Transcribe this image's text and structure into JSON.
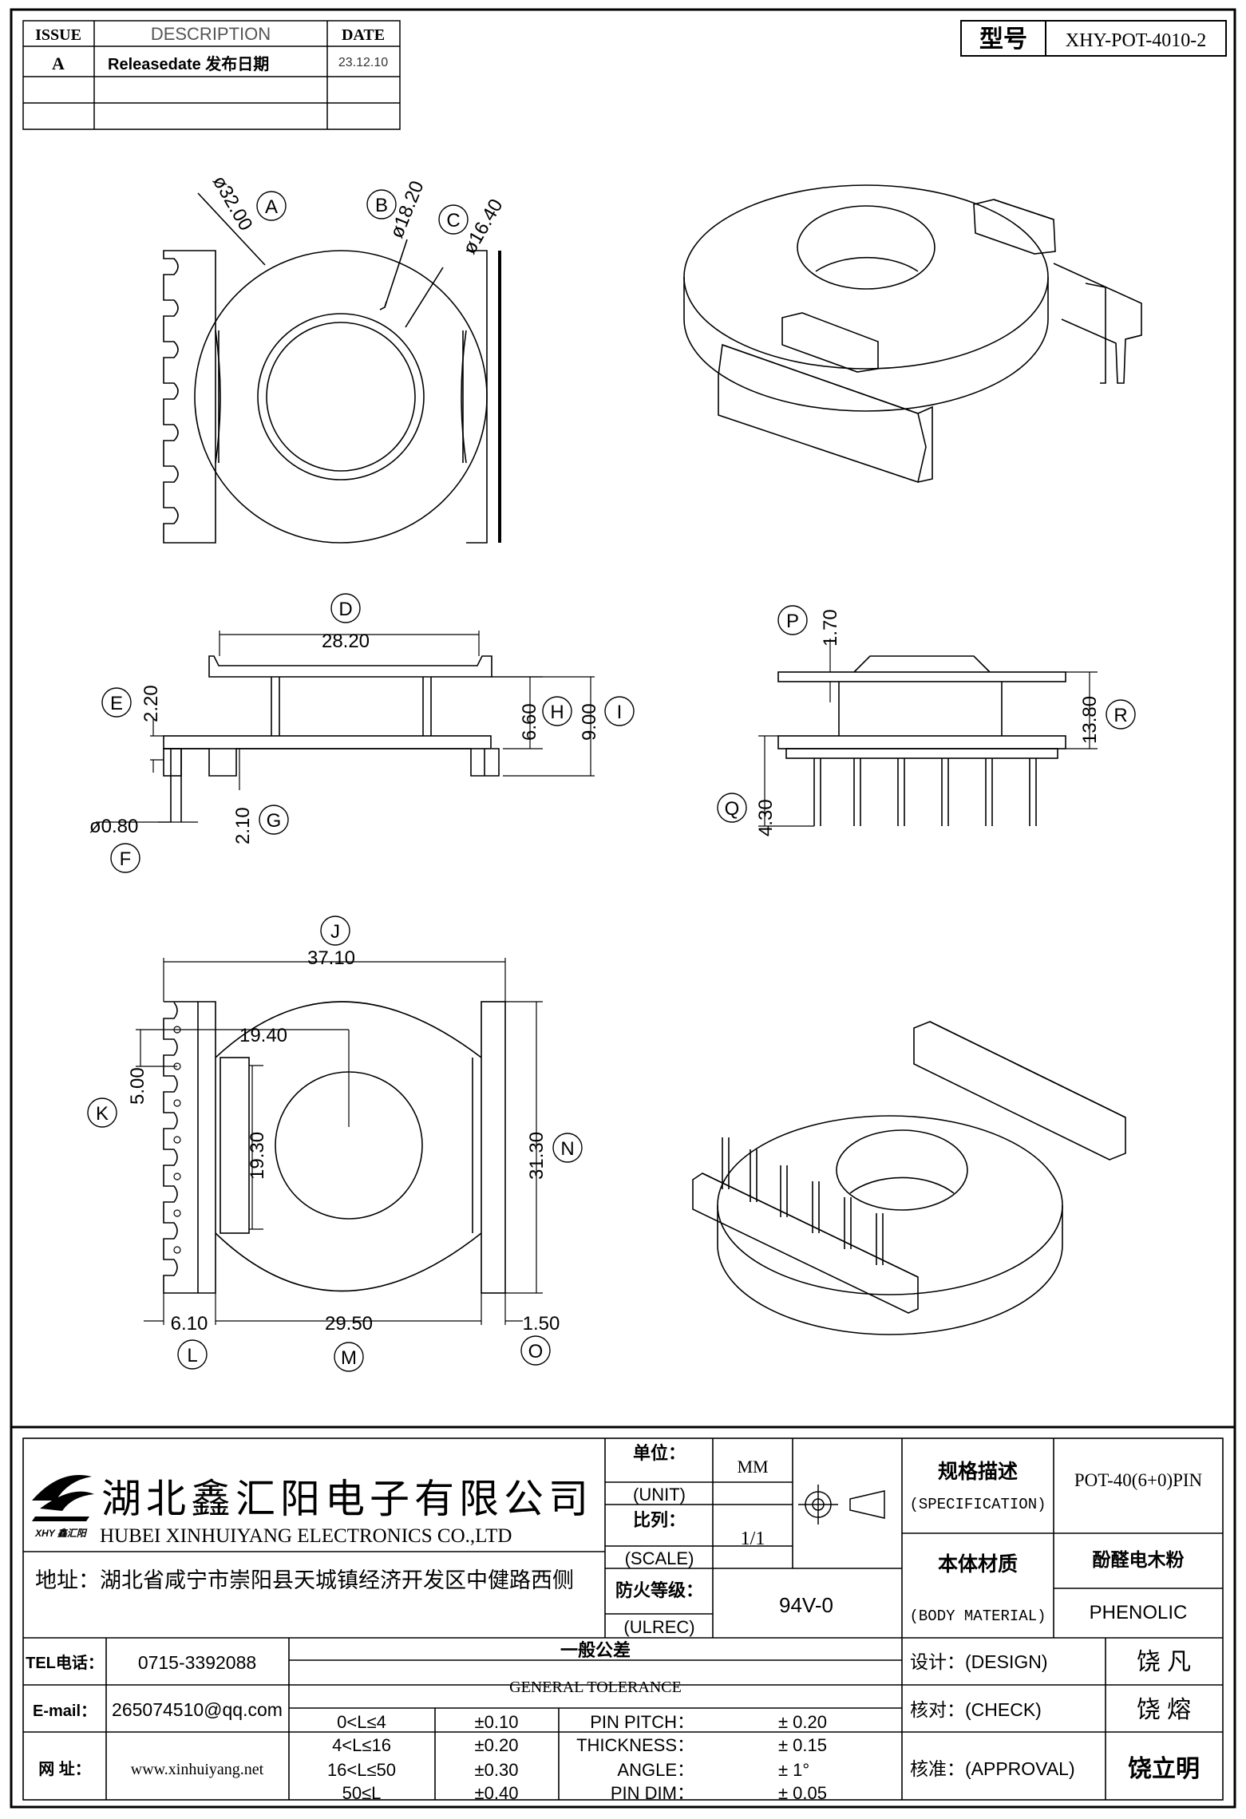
{
  "revision_table": {
    "headers": [
      "ISSUE",
      "DESCRIPTION",
      "DATE"
    ],
    "rows": [
      {
        "issue": "A",
        "description": "Releasedate 发布日期",
        "date": "23.12.10"
      },
      {
        "issue": "",
        "description": "",
        "date": ""
      },
      {
        "issue": "",
        "description": "",
        "date": ""
      }
    ]
  },
  "model": {
    "label": "型号",
    "value": "XHY-POT-4010-2"
  },
  "top_view": {
    "dims": [
      "ø32.00",
      "ø18.20",
      "ø16.40"
    ],
    "callouts": [
      "A",
      "B",
      "C"
    ]
  },
  "side_view_left": {
    "dims": [
      "28.20",
      "2.20",
      "6.60",
      "9.00",
      "ø0.80",
      "2.10"
    ],
    "callouts": [
      "D",
      "E",
      "H",
      "I",
      "F",
      "G"
    ]
  },
  "side_view_right": {
    "dims": [
      "1.70",
      "13.80",
      "4.30"
    ],
    "callouts": [
      "P",
      "R",
      "Q"
    ]
  },
  "bottom_view": {
    "dims": [
      "37.10",
      "19.40",
      "5.00",
      "19.30",
      "31.30",
      "6.10",
      "29.50",
      "1.50"
    ],
    "callouts": [
      "J",
      "K",
      "N",
      "L",
      "M",
      "O"
    ]
  },
  "company": {
    "logo_text": "XHY 鑫汇阳",
    "name_cn": "湖北鑫汇阳电子有限公司",
    "name_en": "HUBEI XINHUIYANG ELECTRONICS CO.,LTD",
    "address": "地址：湖北省咸宁市崇阳县天城镇经济开发区中健路西侧"
  },
  "unit": {
    "label_cn": "单位：",
    "label_en": "(UNIT)",
    "value": "MM"
  },
  "scale": {
    "label_cn": "比列：",
    "label_en": "(SCALE)",
    "value": "1/1"
  },
  "ulrec": {
    "label_cn": "防火等级：",
    "label_en": "(ULREC)",
    "value": "94V-0"
  },
  "spec": {
    "label_cn": "规格描述",
    "label_en": "(SPECIFICATION)",
    "value": "POT-40(6+0)PIN"
  },
  "material": {
    "label_cn": "本体材质",
    "label_en": "(BODY MATERIAL)",
    "value_cn": "酚醛电木粉",
    "value_en": "PHENOLIC"
  },
  "contact": {
    "tel_label": "TEL电话：",
    "tel": "0715-3392088",
    "email_label": "E-mail：",
    "email": "265074510@qq.com",
    "web_label": "网  址：",
    "web": "www.xinhuiyang.net"
  },
  "tolerance": {
    "title_cn": "一般公差",
    "title_en": "GENERAL TOLERANCE",
    "ranges": [
      {
        "range": "0<L≤4",
        "tol": "±0.10"
      },
      {
        "range": "4<L≤16",
        "tol": "±0.20"
      },
      {
        "range": "16<L≤50",
        "tol": "±0.30"
      },
      {
        "range": "50≤L",
        "tol": "±0.40"
      }
    ],
    "specs": [
      {
        "name": "PIN PITCH：",
        "value": "± 0.20"
      },
      {
        "name": "THICKNESS：",
        "value": "± 0.15"
      },
      {
        "name": "ANGLE：",
        "value": "± 1°"
      },
      {
        "name": "PIN DIM：",
        "value": "± 0.05"
      }
    ]
  },
  "signoff": {
    "design_label": "设计：(DESIGN)",
    "design": "饶  凡",
    "check_label": "核对：(CHECK)",
    "check": "饶  熔",
    "approval_label": "核准：(APPROVAL)",
    "approval": "饶立明"
  }
}
